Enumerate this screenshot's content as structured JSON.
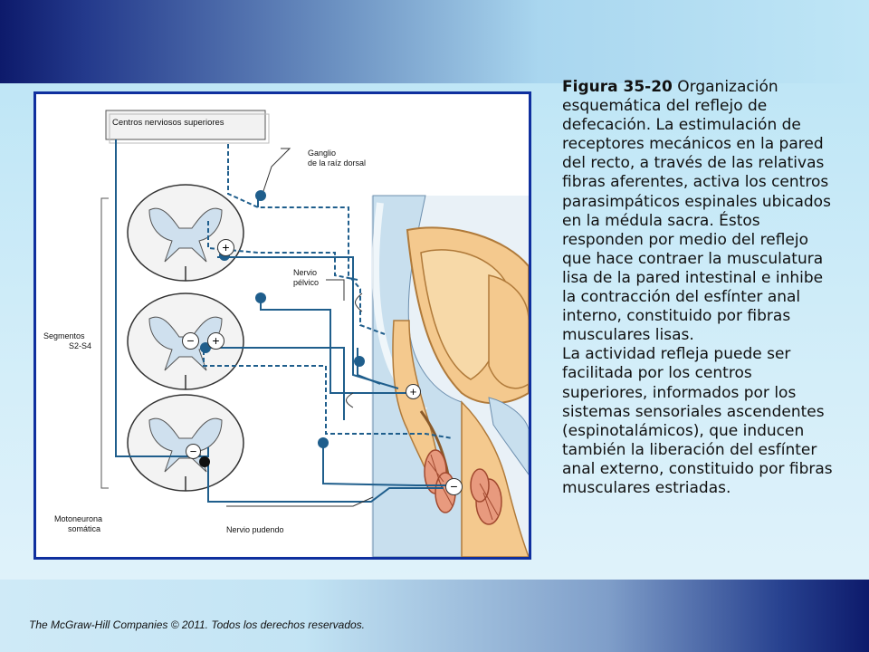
{
  "caption": {
    "figure_label": "Figura 35-20",
    "title_rest": " Organización esquemática del reflejo de defecación. La estimulación de receptores mecánicos en la pared del recto, a través de las relativas fibras aferentes, activa los centros parasimpáticos espinales ubicados en la médula sacra. Éstos responden por medio del reflejo que hace contraer la musculatura lisa de la pared intestinal e inhibe la contracción del esfínter anal interno, constituido por fibras musculares lisas.",
    "paragraph_2": "La actividad refleja puede ser facilitada por los centros superiores, informados por los sistemas sensoriales ascendentes (espinotalámicos), que inducen también la liberación del esfínter anal externo, constituido por fibras musculares estriadas."
  },
  "diagram": {
    "centers_box": "Centros nerviosos superiores",
    "ganglion_label_1": "Ganglio",
    "ganglion_label_2": "de la raíz dorsal",
    "pelvic_nerve_1": "Nervio",
    "pelvic_nerve_2": "pélvico",
    "segments_1": "Segmentos",
    "segments_2": "S2-S4",
    "motoneuron_1": "Motoneurona",
    "motoneuron_2": "somática",
    "pudendal_nerve": "Nervio pudendo",
    "signs": {
      "plus": "+",
      "minus": "−"
    }
  },
  "colors": {
    "frame": "#0f2f9e",
    "nerve": "#1f5e8c",
    "cord_fill": "#f3f3f3",
    "gray_matter": "#cfe0ee",
    "muscle": "#e89a7e",
    "bone": "#c8dfee"
  },
  "footer": "The McGraw-Hill Companies © 2011. Todos los derechos reservados."
}
